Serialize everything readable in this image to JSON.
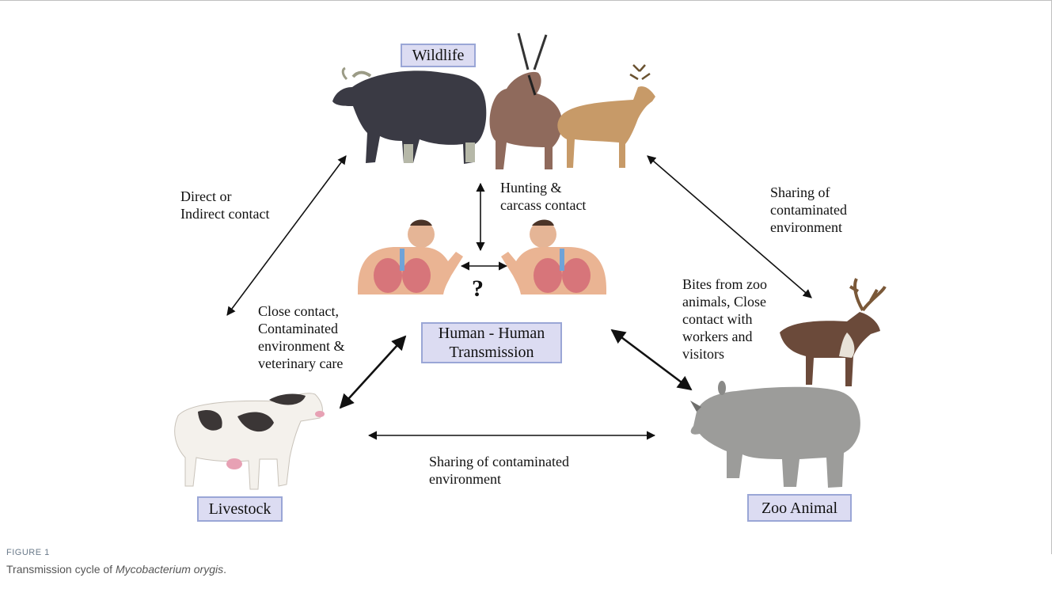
{
  "nodes": {
    "wildlife": "Wildlife",
    "human": "Human - Human Transmission",
    "livestock": "Livestock",
    "zoo": "Zoo Animal"
  },
  "edges": {
    "direct_contact": "Direct or\nIndirect contact",
    "hunting": "Hunting &\ncarcass contact",
    "sharing_wild_zoo": "Sharing of\ncontaminated\nenvironment",
    "bites_zoo": "Bites from zoo\nanimals, Close\ncontact with\nworkers and\nvisitors",
    "close_contact_livestock": "Close contact,\nContaminated\nenvironment &\nveterinary care",
    "sharing_livestock_zoo": "Sharing  of contaminated\nenvironment",
    "question": "?"
  },
  "caption": {
    "number": "FIGURE 1",
    "prefix": "Transmission cycle of ",
    "organism": "Mycobacterium orygis",
    "suffix": "."
  },
  "icons": [
    "gaur-icon",
    "oryx-icon",
    "deer-icon",
    "human-lungs-icon",
    "cow-icon",
    "reindeer-icon",
    "rhino-icon"
  ]
}
